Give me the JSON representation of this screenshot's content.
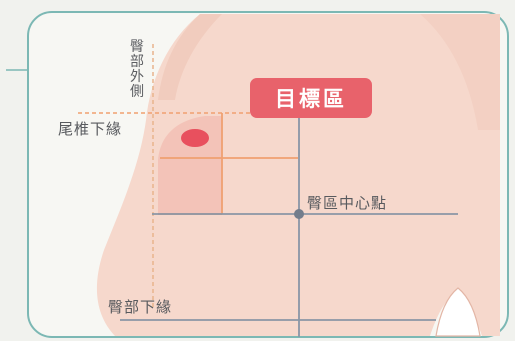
{
  "labels": {
    "hip_outer_side": "臀部外側",
    "coccyx_lower_edge": "尾椎下緣",
    "target_zone": "目標區",
    "hip_center_point": "臀區中心點",
    "hip_lower_edge": "臀部下緣"
  },
  "colors": {
    "background": "#f1f2ee",
    "frame_border": "#7cb8b4",
    "skin": "#f6d8cc",
    "skin_shadow": "#ecc2b2",
    "target_fill": "#f5c2b8",
    "target_dot": "#e8505e",
    "orange_line": "#f0a070",
    "slate_line": "#8a96a6",
    "badge_bg": "#e8626b"
  },
  "icons": {
    "target_dot": "red-dot-icon",
    "center_point": "center-dot-icon"
  }
}
